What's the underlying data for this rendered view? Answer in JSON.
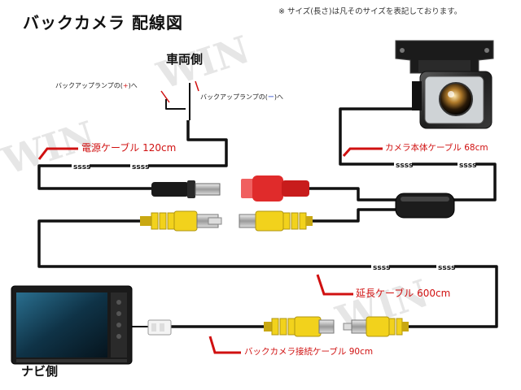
{
  "title": "バックカメラ 配線図",
  "note": "※ サイズ(長さ)は凡そのサイズを表記しております。",
  "vehicle_side": "車両側",
  "navi_side": "ナビ側",
  "lamp_plus": {
    "prefix": "バックアップランプの(",
    "sign": "+",
    "suffix": ")へ"
  },
  "lamp_minus": {
    "prefix": "バックアップランプの(",
    "sign": "ー",
    "suffix": ")へ"
  },
  "cables": {
    "power": "電源ケーブル 120cm",
    "camera": "カメラ本体ケーブル 68cm",
    "extension": "延長ケーブル 600cm",
    "connection": "バックカメラ接続ケーブル 90cm"
  },
  "watermark": "WIN",
  "colors": {
    "cable": "#111111",
    "label_red": "#d01010",
    "rca_yellow": "#f2d21c",
    "plug_red": "#e02b2b",
    "minus_blue": "#1a3cc8"
  }
}
